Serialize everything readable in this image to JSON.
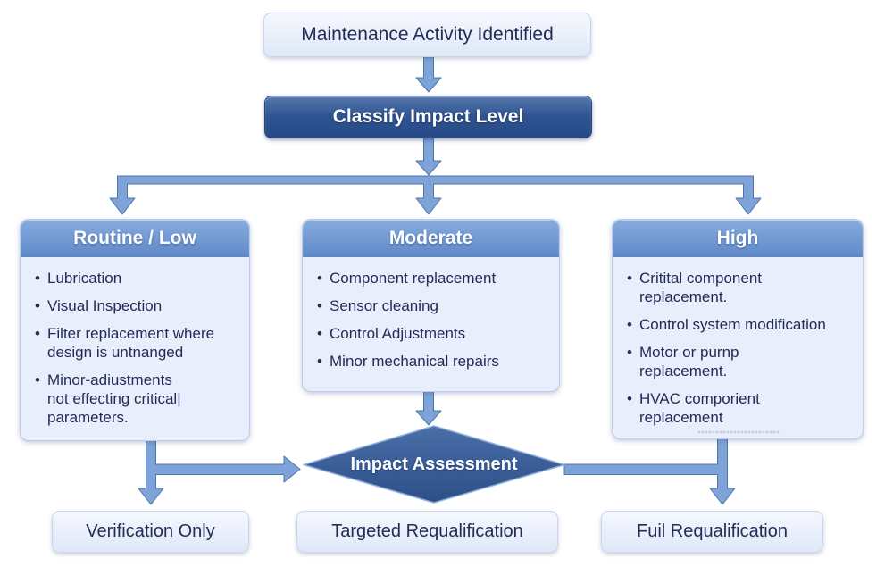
{
  "colors": {
    "connector_fill": "#7da3d8",
    "connector_stroke": "#4d76a8",
    "node_fill_light": "#e8eefb",
    "node_border": "#c9d6ee",
    "header_blue": "#6e96d2",
    "classify_blue": "#2f5492",
    "diamond_top": "#4a6ea8",
    "diamond_bottom": "#2d4f88",
    "text_navy": "#232c55",
    "text_white": "#ffffff"
  },
  "flowchart": {
    "start": {
      "label": "Maintenance Activity Identified"
    },
    "classify": {
      "label": "Classify Impact Level"
    },
    "branches": [
      {
        "title": "Routine / Low",
        "items": [
          "Lubrication",
          "Visual Inspection",
          "Filter replacement where\ndesign is untnanged",
          "Minor-adiustments\nnot effecting critical|\nparameters."
        ]
      },
      {
        "title": "Moderate",
        "items": [
          "Component replacement",
          "Sensor cleaning",
          "Control Adjustments",
          "Minor mechanical repairs"
        ]
      },
      {
        "title": "High",
        "items": [
          "Critital component\nreplacement.",
          "Control system modification",
          "Motor or purnp\nreplacement.",
          "HVAC comporient\nreplacement"
        ]
      }
    ],
    "decision": {
      "label": "Impact Assessment"
    },
    "outcomes": [
      {
        "label": "Verification Only"
      },
      {
        "label": "Targeted Requalification"
      },
      {
        "label": "Fuil Requalification"
      }
    ]
  }
}
